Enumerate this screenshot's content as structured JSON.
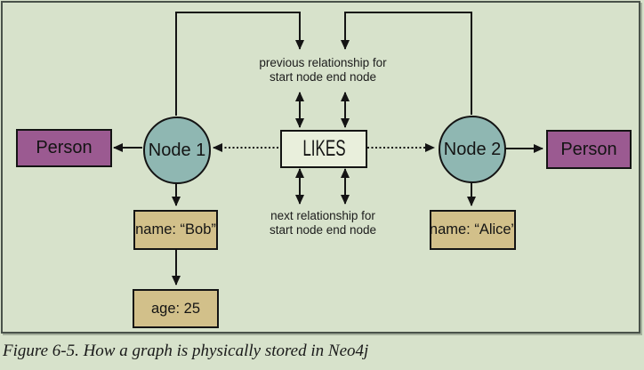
{
  "figure": {
    "caption": "Figure 6-5. How a graph is physically stored in Neo4j"
  },
  "diagram": {
    "person_left_label": "Person",
    "node1_label": "Node 1",
    "relationship_label": "LIKES",
    "node2_label": "Node 2",
    "person_right_label": "Person",
    "prev_pointer_label": [
      "previous relationship for",
      "start node end node"
    ],
    "next_pointer_label": [
      "next relationship for",
      "start node end node"
    ],
    "node1_properties": [
      "name: “Bob”",
      "age: 25"
    ],
    "node2_properties": [
      "name: “Alice”"
    ],
    "colors": {
      "background": "#d7e2cb",
      "frame_border": "#49524a",
      "person_fill": "#9b5a91",
      "node_fill": "#8fb7b2",
      "relationship_fill": "#e9efdc",
      "property_fill": "#d2c08a",
      "line": "#141414"
    }
  }
}
